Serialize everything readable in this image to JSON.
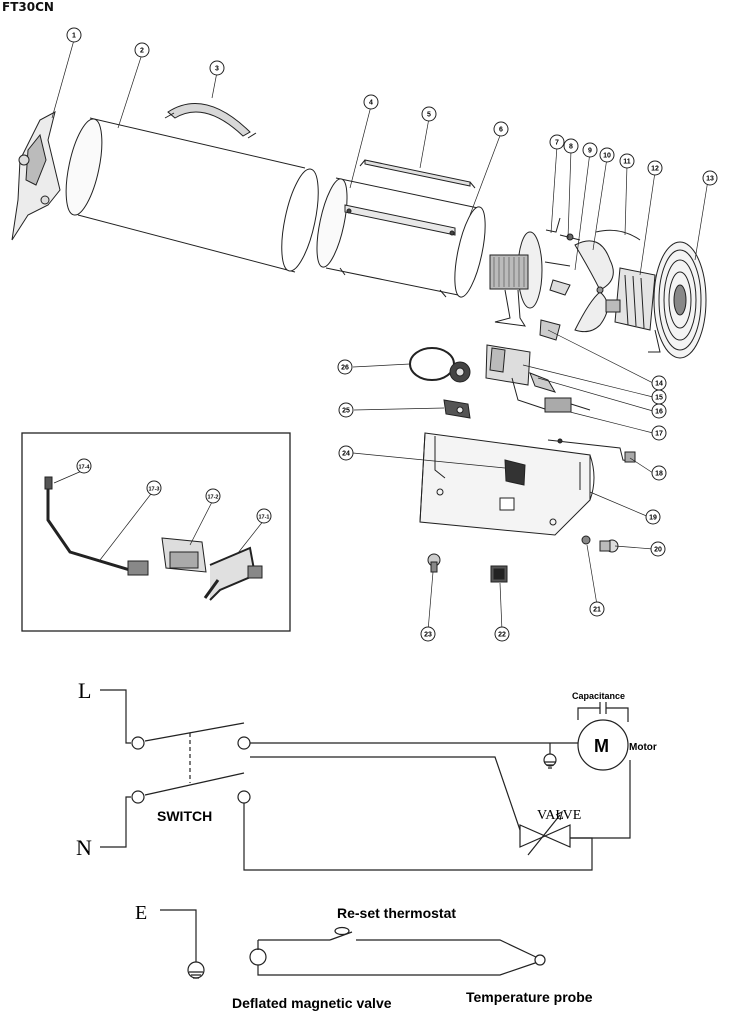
{
  "model": "FT30CN",
  "parts": [
    "1",
    "2",
    "3",
    "4",
    "5",
    "6",
    "7",
    "8",
    "9",
    "10",
    "11",
    "12",
    "13",
    "14",
    "15",
    "16",
    "17",
    "18",
    "19",
    "20",
    "21",
    "22",
    "23",
    "24",
    "25",
    "26"
  ],
  "inset_parts": [
    "17-1",
    "17-2",
    "17-3",
    "17-4"
  ],
  "wiring": {
    "line": "L",
    "neutral": "N",
    "earth": "E",
    "switch": "SWITCH",
    "valve": "VALVE",
    "motor_symbol": "M",
    "motor": "Motor",
    "capacitance": "Capacitance"
  },
  "safety": {
    "reset_thermostat": "Re-set thermostat",
    "magnetic_valve": "Deflated magnetic valve",
    "temperature_probe": "Temperature probe"
  }
}
